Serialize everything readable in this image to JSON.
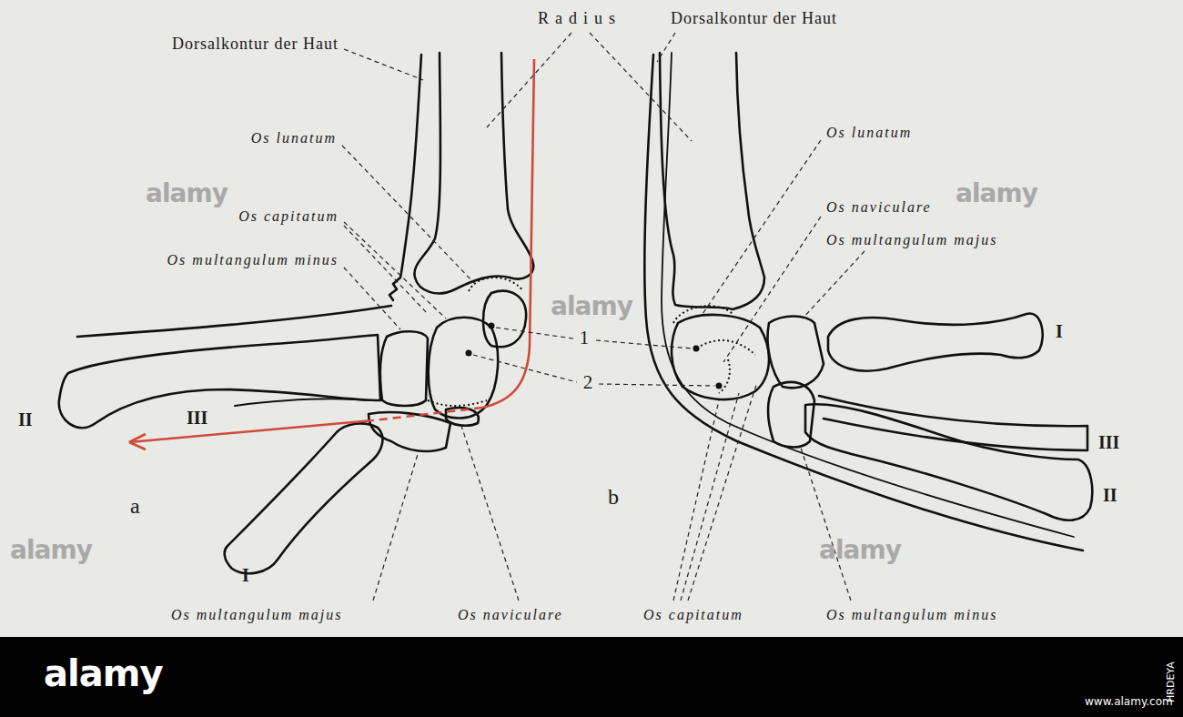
{
  "diagram": {
    "labels": [
      "Dorsalkontur der Haut",
      "Radius",
      "Dorsalkontur der Haut",
      "Os lunatum",
      "Os capitatum",
      "Os multangulum minus",
      "Os lunatum",
      "Os naviculare",
      "Os multangulum majus",
      "1",
      "2",
      "I",
      "III",
      "II",
      "II",
      "III",
      "a",
      "b",
      "I",
      "Os multangulum majus",
      "Os naviculare",
      "Os capitatum",
      "Os multangulum minus",
      "alamy",
      "alamy",
      "alamy",
      "alamy",
      "alamy",
      "alamy",
      "www.alamy.com",
      "HRDEYA"
    ]
  }
}
